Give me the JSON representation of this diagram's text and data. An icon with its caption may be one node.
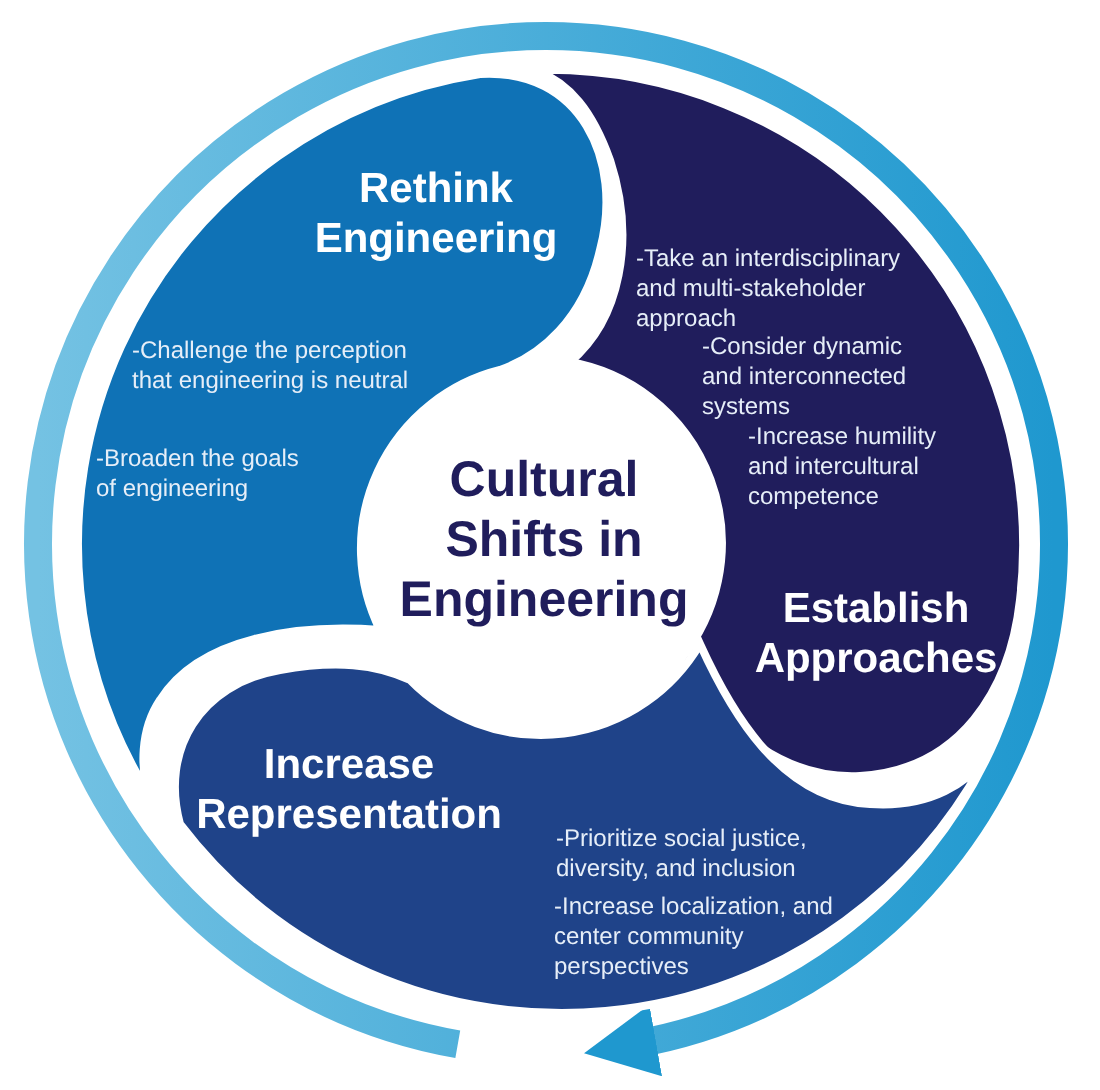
{
  "diagram": {
    "nodes": [
      {
        "text": [
          "Rethink Engineering",
          "-Challenge the perception that engineering is neutral",
          "-Broaden the goals of engineering"
        ]
      },
      {
        "text": [
          "-Take an interdisciplinary and multi-stakeholder approach",
          "-Consider dynamic and interconnected systems",
          "-Increase humility and intercultural competence",
          "Establish Approaches"
        ]
      },
      {
        "text": [
          "Cultural Shifts in Engineering"
        ]
      },
      {
        "text": [
          "Increase Representation",
          "-Prioritize social justice, diversity, and inclusion",
          "-Increase localization, and center community perspectives"
        ]
      }
    ]
  }
}
